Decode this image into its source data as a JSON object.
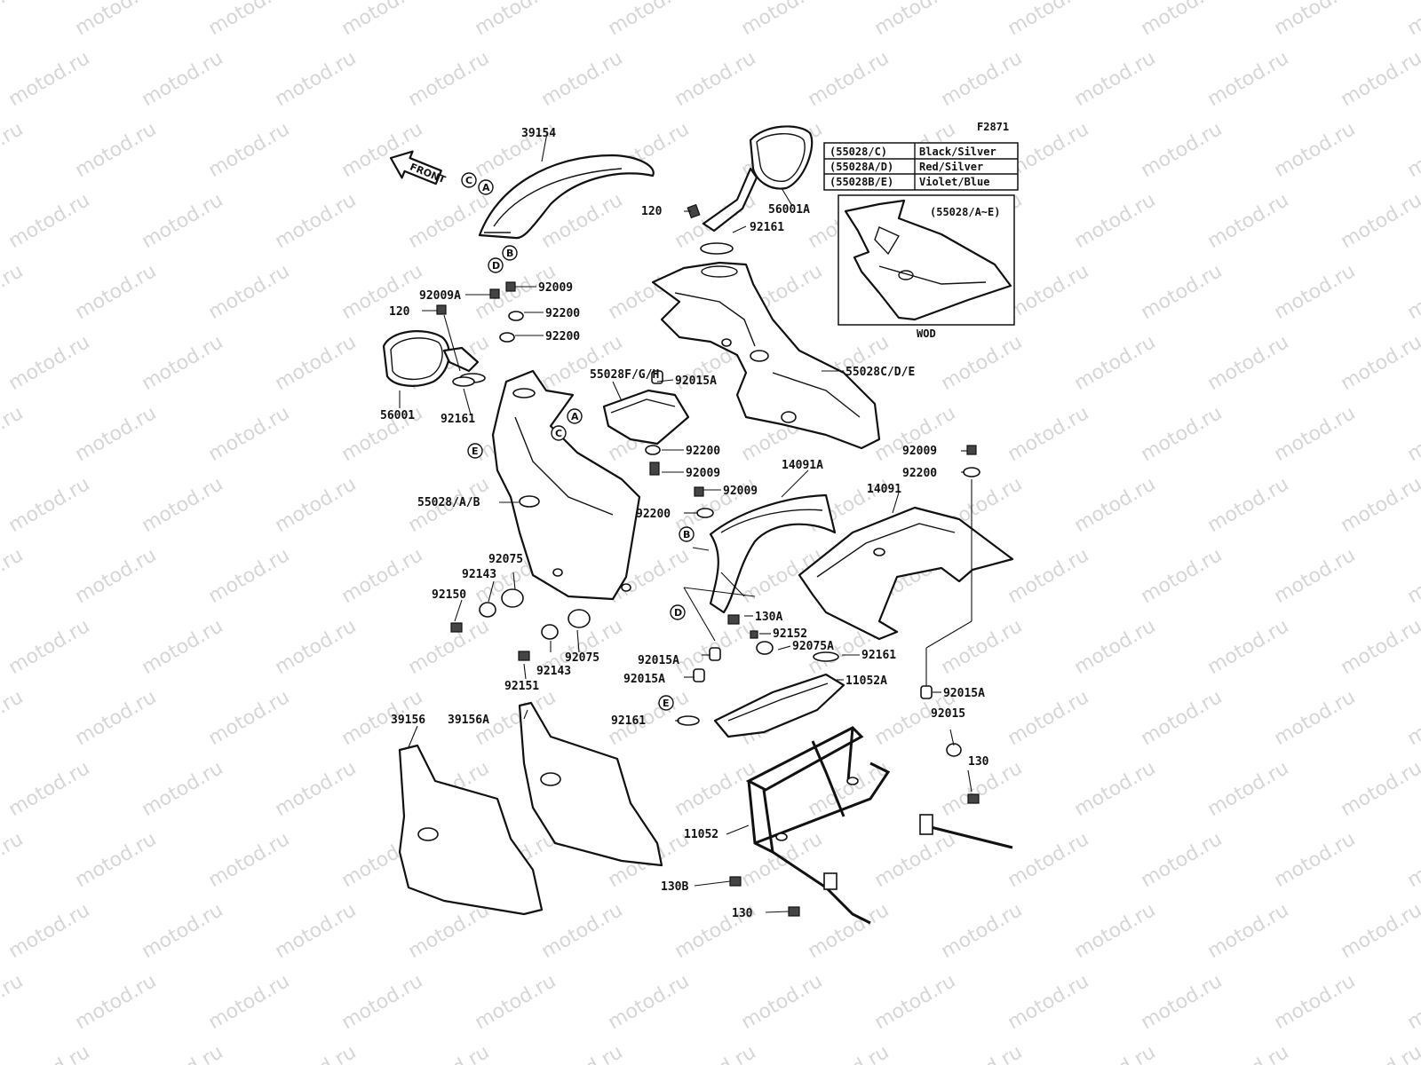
{
  "figure_code": "F2871",
  "front_label": "FRONT",
  "watermark": "motod.ru",
  "color_table": {
    "rows": [
      {
        "code": "(55028/C)",
        "color": "Black/Silver"
      },
      {
        "code": "(55028A/D)",
        "color": "Red/Silver"
      },
      {
        "code": "(55028B/E)",
        "color": "Violet/Blue"
      }
    ]
  },
  "inset": {
    "title": "(55028/A~E)",
    "caption": "WOD"
  },
  "callouts": {
    "A": "A",
    "B": "B",
    "C": "C",
    "D": "D",
    "E": "E"
  },
  "parts": {
    "p39154": "39154",
    "p120_top": "120",
    "p56001A": "56001A",
    "p92161_top": "92161",
    "p92009A": "92009A",
    "p92009_1": "92009",
    "p92200_1": "92200",
    "p92200_2": "92200",
    "p120_left": "120",
    "p56001": "56001",
    "p92161_left": "92161",
    "p55028FGH": "55028F/G/H",
    "p92015A_1": "92015A",
    "p55028CDE": "55028C/D/E",
    "p92200_3": "92200",
    "p92009_2": "92009",
    "p14091A": "14091A",
    "p92009_3": "92009",
    "p92200_4": "92200",
    "p92009_right": "92009",
    "p92200_right": "92200",
    "p14091": "14091",
    "p55028AB": "55028/A/B",
    "p92075_1": "92075",
    "p92143_1": "92143",
    "p92150": "92150",
    "p92143_2": "92143",
    "p92075_2": "92075",
    "p92151": "92151",
    "p130A": "130A",
    "p92152": "92152",
    "p92075A": "92075A",
    "p92161_mid": "92161",
    "p92015A_2": "92015A",
    "p92015A_3": "92015A",
    "p11052A": "11052A",
    "p92015A_4": "92015A",
    "p92161_low": "92161",
    "p92015": "92015",
    "p130_right": "130",
    "p39156": "39156",
    "p39156A": "39156A",
    "p11052": "11052",
    "p130B": "130B",
    "p130_bottom": "130"
  }
}
